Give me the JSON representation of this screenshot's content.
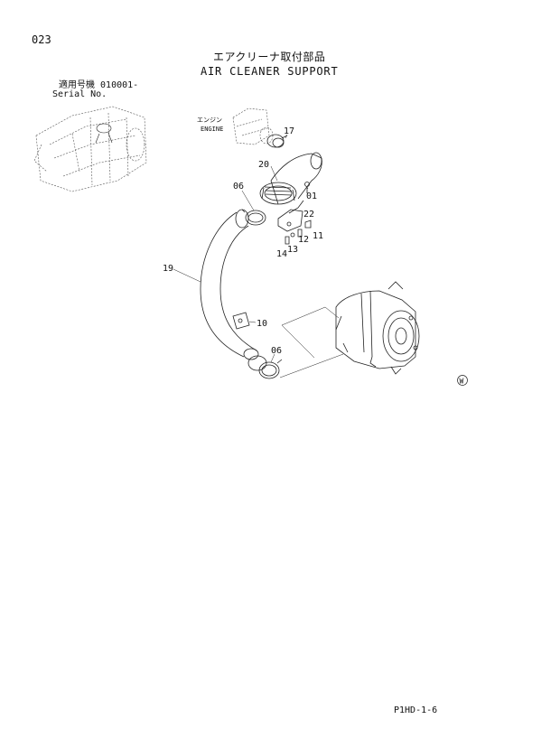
{
  "page": {
    "number": "023",
    "title_jp": "エアクリーナ取付部品",
    "title_en": "AIR CLEANER SUPPORT",
    "serial_label_jp": "適用号機",
    "serial_value": "010001-",
    "serial_label_en": "Serial No.",
    "footer_code": "P1HD-1-6"
  },
  "diagram": {
    "engine_label_jp": "エンジン",
    "engine_label_en": "ENGINE",
    "mark_symbol": "W",
    "callouts": [
      "17",
      "20",
      "06",
      "01",
      "22",
      "11",
      "12",
      "13",
      "14",
      "19",
      "10",
      "06"
    ]
  }
}
